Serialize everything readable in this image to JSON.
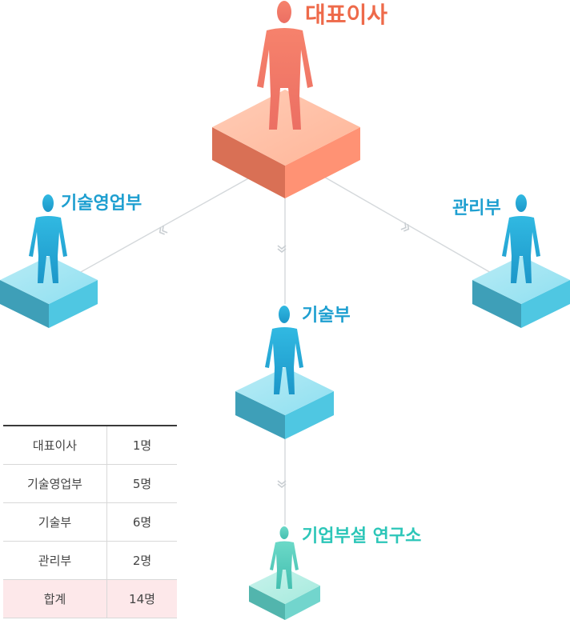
{
  "nodes": {
    "ceo": "대표이사",
    "sales": "기술영업부",
    "admin": "관리부",
    "tech": "기술부",
    "lab": "기업부설 연구소"
  },
  "colors": {
    "ceo": "#f0806a",
    "dept": "#2ab0dc",
    "lab": "#5fd3c3",
    "line": "#d4d8db"
  },
  "icons": [
    "person-icon",
    "platform-block",
    "double-chevron-icon"
  ],
  "table": {
    "rows": [
      {
        "name": "대표이사",
        "count": "1명"
      },
      {
        "name": "기술영업부",
        "count": "5명"
      },
      {
        "name": "기술부",
        "count": "6명"
      },
      {
        "name": "관리부",
        "count": "2명"
      }
    ],
    "total": {
      "name": "합계",
      "count": "14명"
    }
  }
}
